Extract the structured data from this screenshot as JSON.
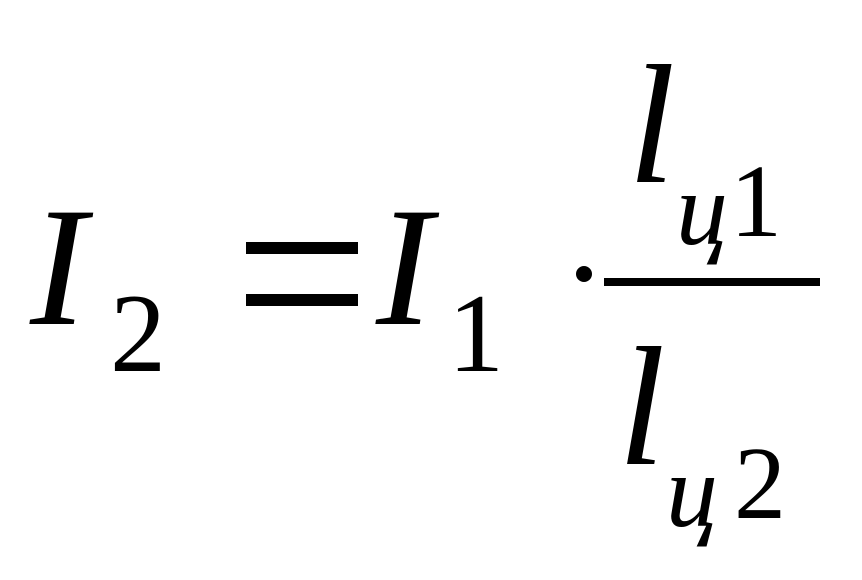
{
  "formula": {
    "lhs": {
      "base": "I",
      "sub": "2"
    },
    "rhs_factor": {
      "base": "I",
      "sub": "1"
    },
    "fraction": {
      "numerator": {
        "base": "l",
        "sub_letter": "ц",
        "sub_index": "1"
      },
      "denominator": {
        "base": "l",
        "sub_letter": "ц",
        "sub_index": "2"
      }
    }
  }
}
